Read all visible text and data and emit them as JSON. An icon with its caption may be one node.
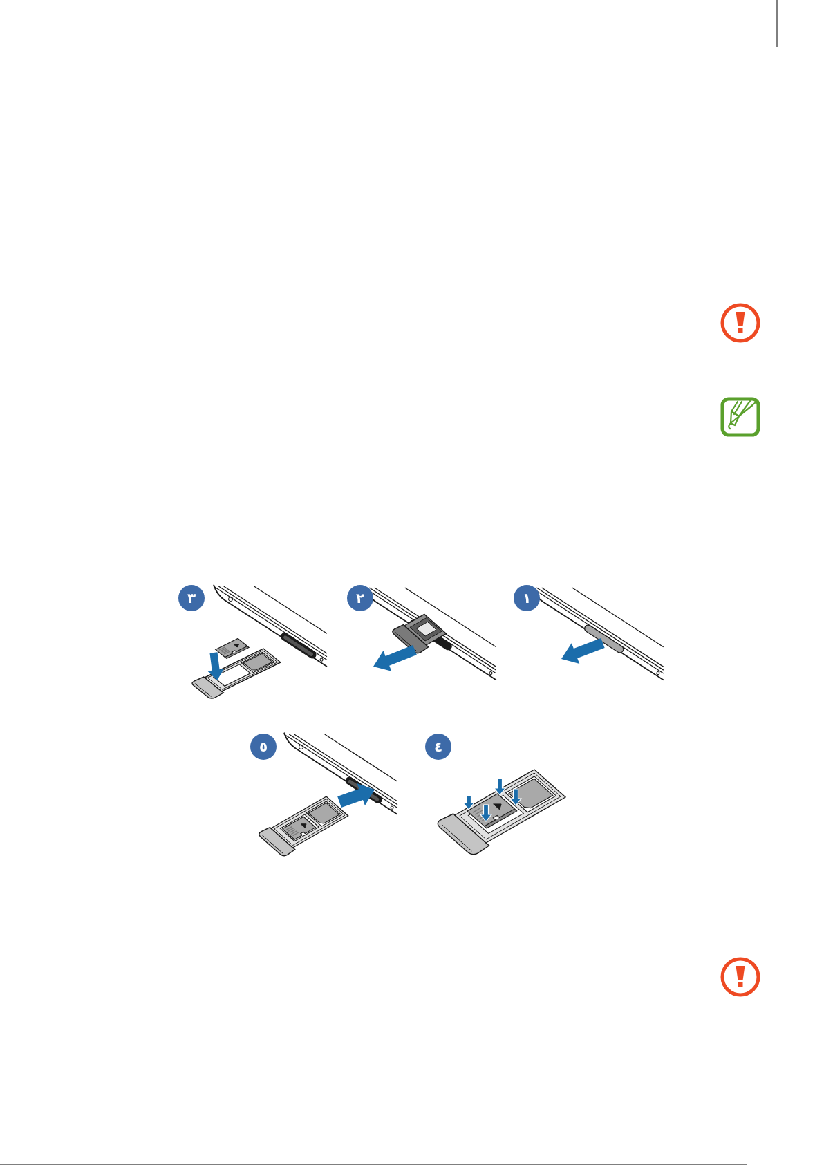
{
  "diagram": {
    "labels": [
      "١",
      "٢",
      "٣",
      "٤",
      "٥"
    ]
  }
}
